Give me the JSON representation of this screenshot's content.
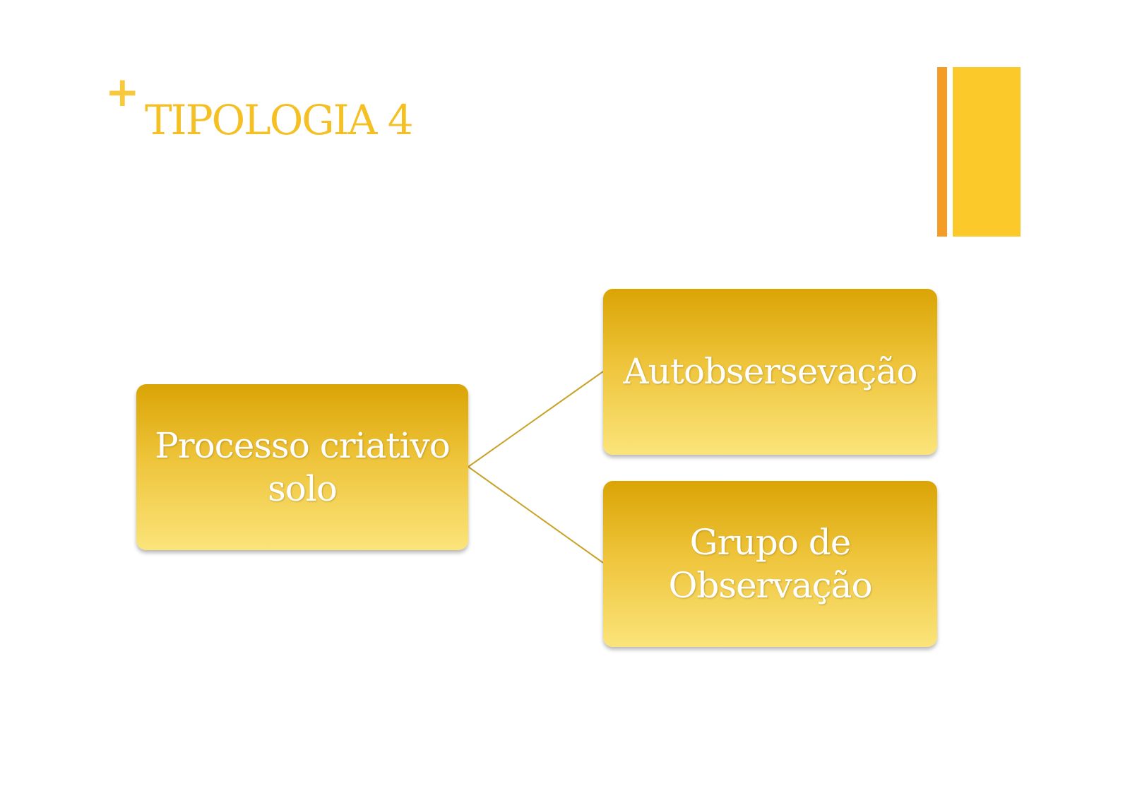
{
  "slide": {
    "plus_mark": "+",
    "title": "TIPOLOGIA 4"
  },
  "diagram": {
    "root": {
      "label": "Processo criativo solo"
    },
    "children": [
      {
        "label": "Autobsersevação"
      },
      {
        "label": "Grupo de Observação"
      }
    ]
  },
  "colors": {
    "title": "#f5c024",
    "plus": "#f8c93c",
    "accent_orange": "#f59c27",
    "accent_yellow": "#fbc92a",
    "box_top": "#daa405",
    "box_bottom": "#fbe47a",
    "connector": "#c9a227",
    "box_text": "#ffffff"
  }
}
